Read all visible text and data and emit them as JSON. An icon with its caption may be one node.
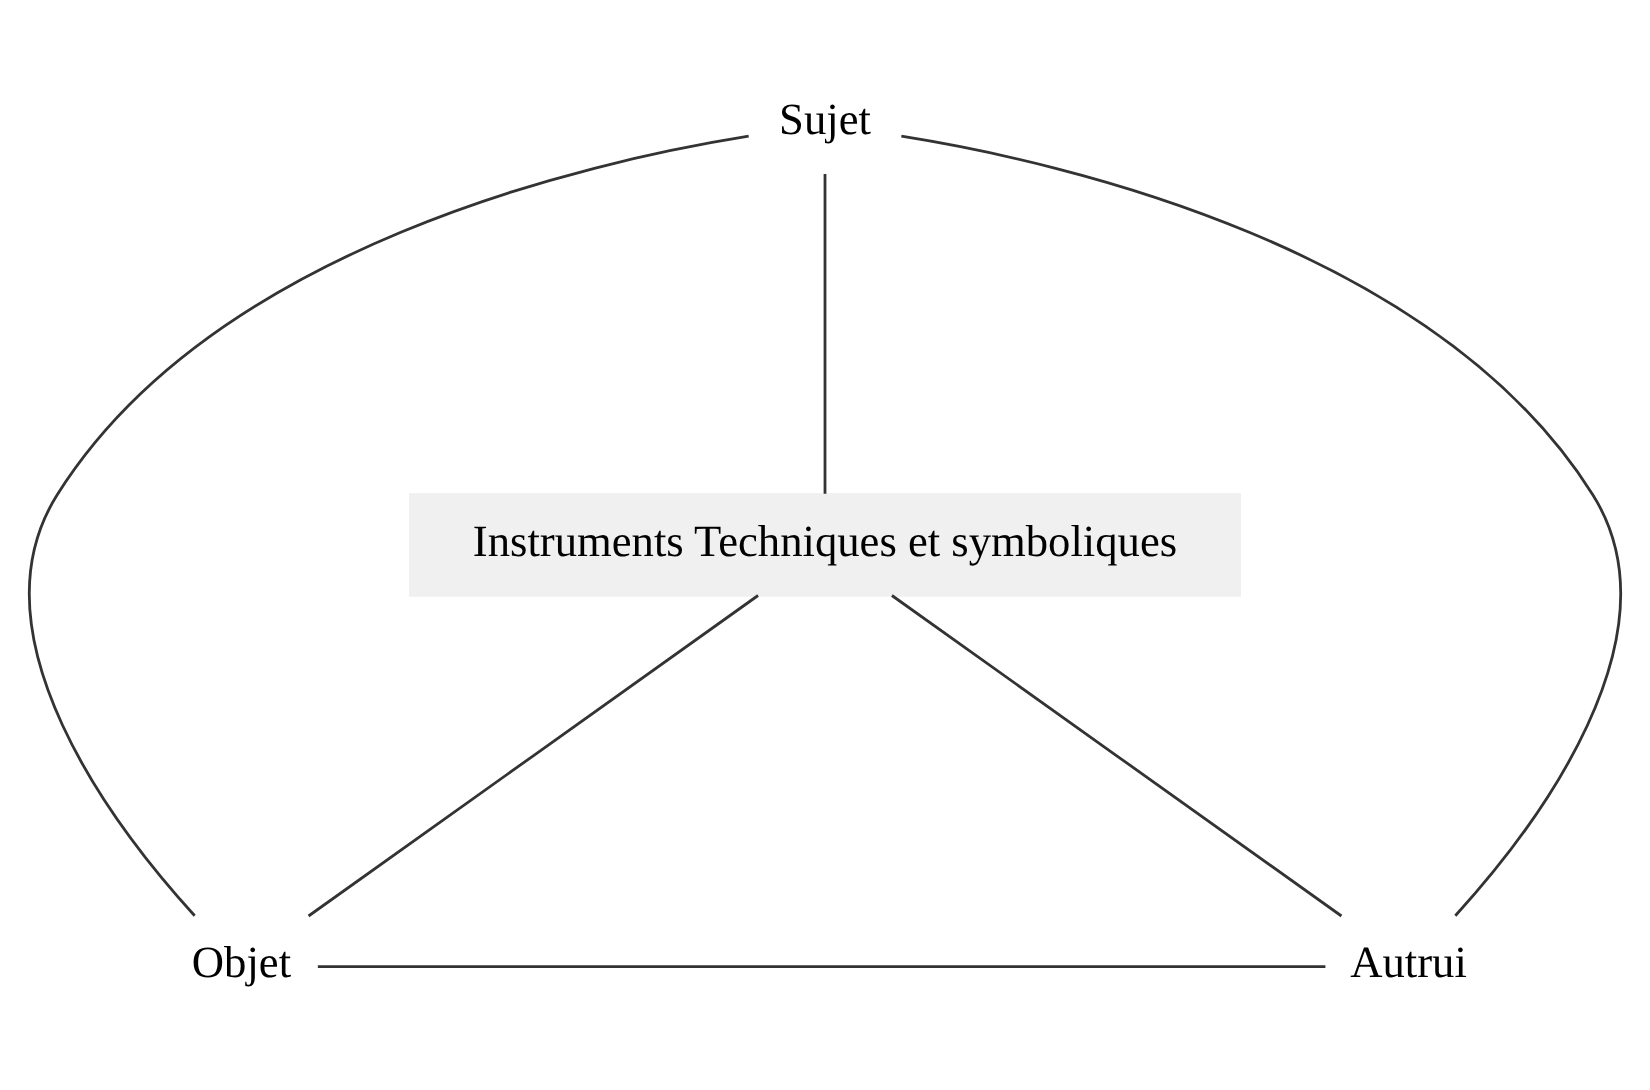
{
  "diagram": {
    "nodes": [
      {
        "text": [
          "Sujet"
        ]
      },
      {
        "text": [
          "Instruments Techniques et symboliques"
        ]
      },
      {
        "text": [
          "Objet"
        ]
      },
      {
        "text": [
          "Autrui"
        ]
      }
    ],
    "edges": [
      {
        "from": 0,
        "to": 1,
        "arrow": "none"
      },
      {
        "from": 0,
        "to": 2,
        "arrow": "none"
      },
      {
        "from": 0,
        "to": 3,
        "arrow": "none"
      },
      {
        "from": 1,
        "to": 2,
        "arrow": "none"
      },
      {
        "from": 1,
        "to": 3,
        "arrow": "none"
      },
      {
        "from": 2,
        "to": 3,
        "arrow": "none"
      }
    ]
  }
}
